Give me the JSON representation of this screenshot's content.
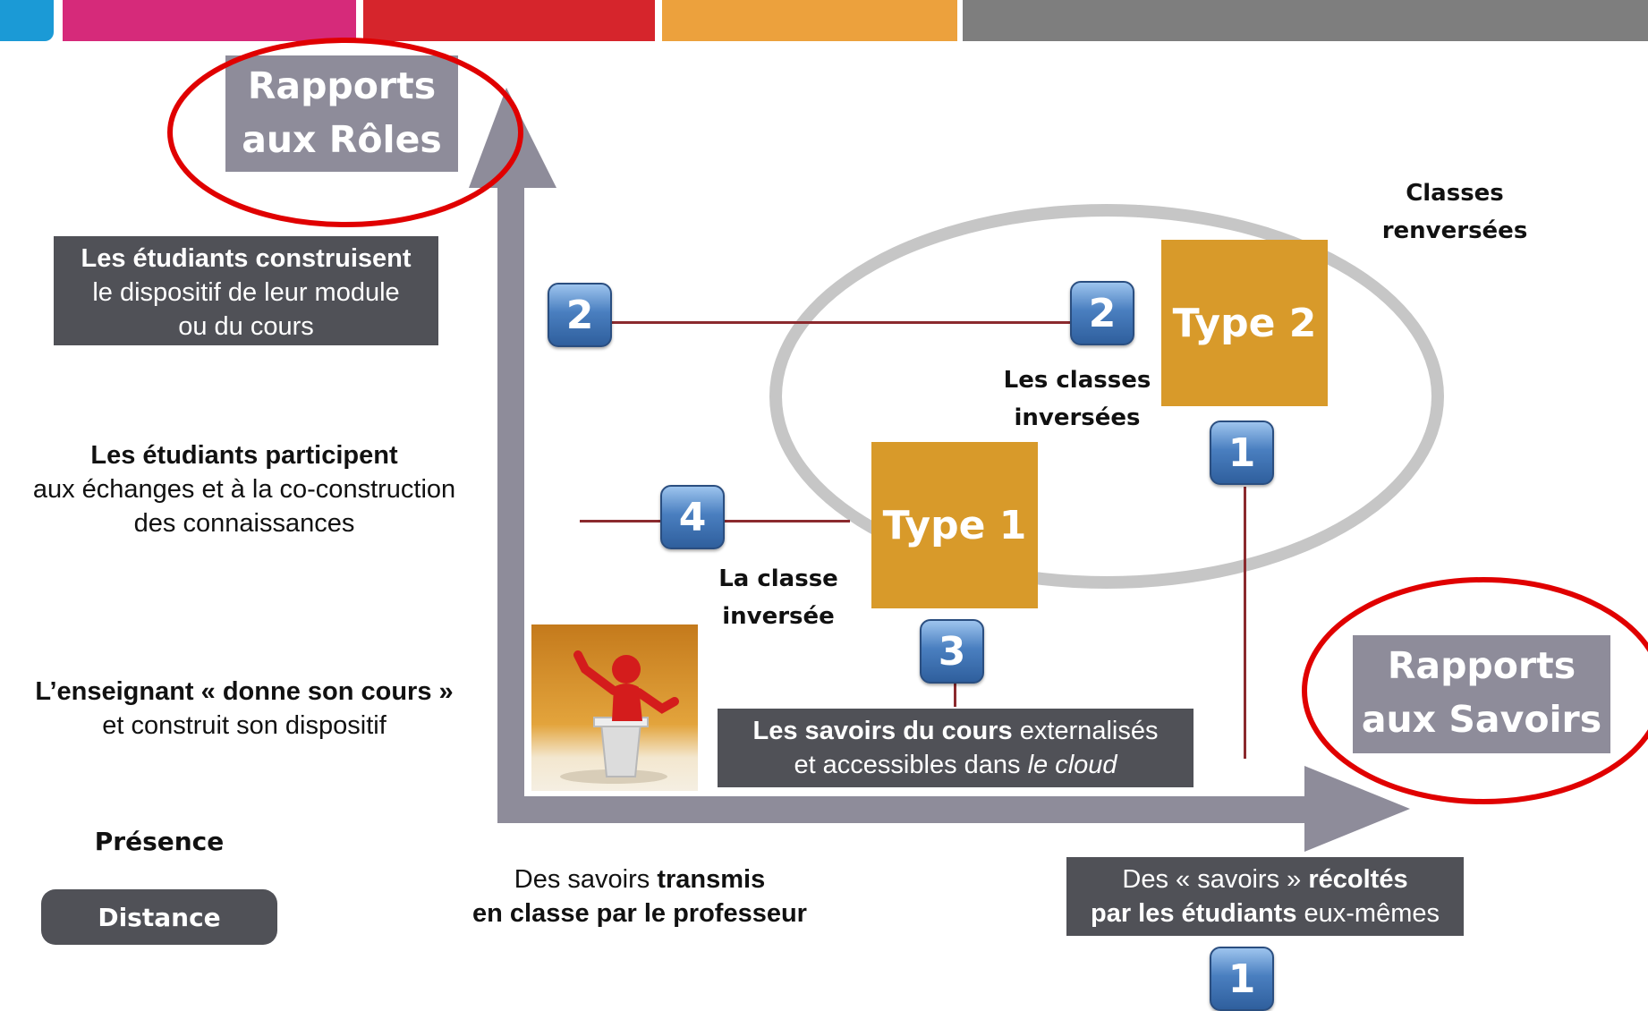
{
  "colors": {
    "bar_1": "#1b9ad6",
    "bar_2": "#d62a7a",
    "bar_3": "#d6252c",
    "bar_4": "#eca13d",
    "bar_5": "#7e7e7e",
    "axis": "#8e8c9a",
    "box_dark": "#505157",
    "type_box": "#d89a2a",
    "connector": "#8b2a2e",
    "highlight_circle": "#e00000"
  },
  "y_axis_title": {
    "line1": "Rapports",
    "line2": "aux Rôles"
  },
  "x_axis_title": {
    "line1": "Rapports",
    "line2": "aux Savoirs"
  },
  "level_construct": {
    "bold": "Les étudiants construisent",
    "line2": "le dispositif de leur module",
    "line3": "ou du cours"
  },
  "level_participate": {
    "bold": "Les étudiants participent",
    "line2": "aux échanges et à la co-construction",
    "line3": "des connaissances"
  },
  "level_teacher": {
    "bold_prefix": "L’enseignant ",
    "bold_main": "« donne son cours »",
    "line2": "et construit son dispositif"
  },
  "legend": {
    "presence": "Présence",
    "distance": "Distance"
  },
  "x_left_label": {
    "part1": "Des savoirs ",
    "part1_bold": "transmis",
    "line2": "en classe par le professeur"
  },
  "x_right_label": {
    "part1": "Des « savoirs » ",
    "part1_bold": "récoltés",
    "line2_bold": "par les étudiants",
    "line2_rest": " eux-mêmes"
  },
  "cloud_box": {
    "bold": "Les savoirs du cours",
    "rest": " externalisés",
    "line2": "et accessibles dans ",
    "line2_italic": "le cloud"
  },
  "type1": {
    "label": "Type 1",
    "caption_line1": "La classe",
    "caption_line2": "inversée"
  },
  "type2": {
    "label": "Type 2",
    "caption_line1": "Les classes",
    "caption_line2": "inversées"
  },
  "classes_renversees": {
    "line1": "Classes",
    "line2": "renversées"
  },
  "badges": {
    "left_2": "2",
    "center_2": "2",
    "left_4": "4",
    "center_3": "3",
    "right_1": "1",
    "bottom_1": "1"
  },
  "icons": {
    "teacher": "teacher-at-lectern-icon"
  }
}
